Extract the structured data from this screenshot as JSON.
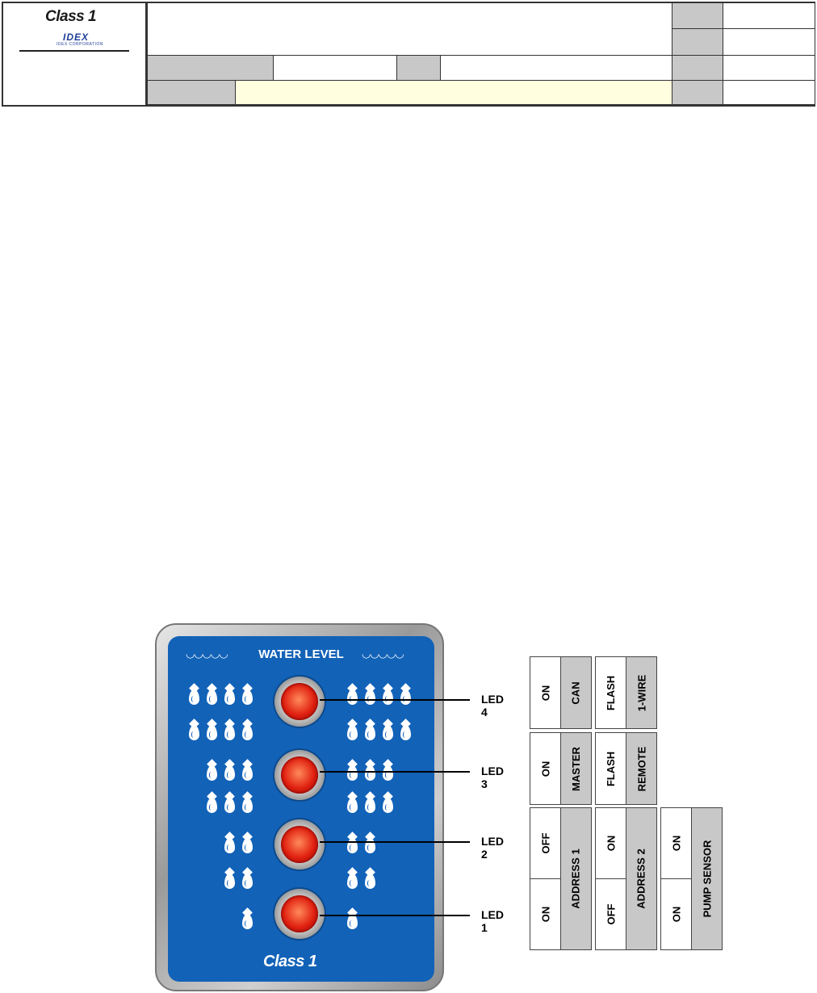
{
  "header": {
    "logo_brand": "Class 1",
    "logo_parent": "IDEX",
    "logo_parent_sub": "IDEX CORPORATION"
  },
  "figure": {
    "panel_title": "WATER LEVEL",
    "panel_brand": "Class 1",
    "led_labels": [
      "LED 4",
      "LED 3",
      "LED 2",
      "LED 1"
    ],
    "switches": {
      "led4": {
        "col1": [
          "ON",
          "CAN"
        ],
        "col2": [
          "FLASH",
          "1-WIRE"
        ]
      },
      "led3": {
        "col1": [
          "ON",
          "MASTER"
        ],
        "col2": [
          "FLASH",
          "REMOTE"
        ]
      },
      "address1": {
        "label": "ADDRESS 1",
        "top": "OFF",
        "bottom": "ON"
      },
      "address2": {
        "label": "ADDRESS 2",
        "top": "ON",
        "bottom": "OFF"
      },
      "pump_sensor": {
        "label": "PUMP SENSOR",
        "top": "ON",
        "bottom": "ON"
      }
    }
  }
}
